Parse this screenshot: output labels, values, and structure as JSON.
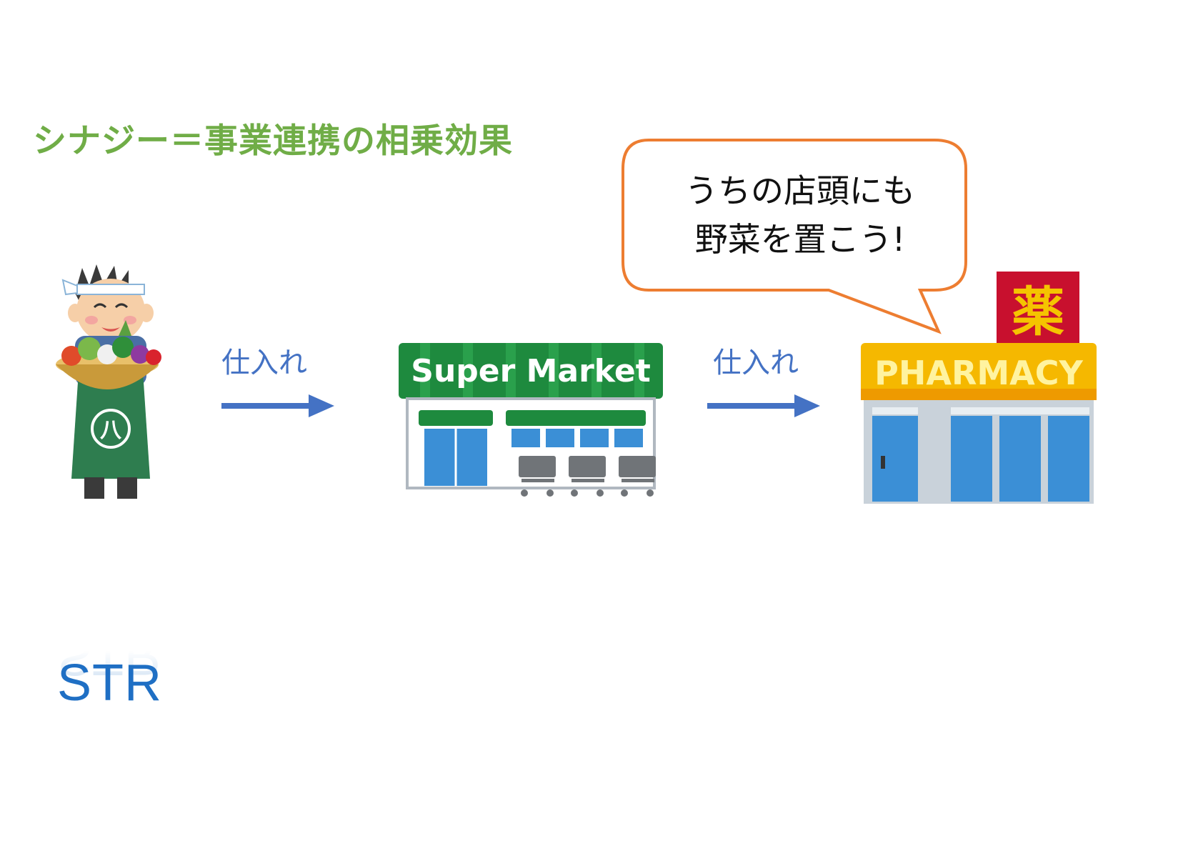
{
  "title": "シナジー＝事業連携の相乗効果",
  "arrow_labels": [
    "仕入れ",
    "仕入れ"
  ],
  "speech_bubble": {
    "line1": "うちの店頭にも",
    "line2": "野菜を置こう!"
  },
  "supermarket": {
    "sign": "Super Market"
  },
  "pharmacy": {
    "sign": "PHARMACY",
    "kanji_sign": "薬"
  },
  "farmer": {
    "apron_mark": "八"
  },
  "logo": "STR",
  "colors": {
    "title": "#70ad47",
    "arrow": "#4472c4",
    "bubble_border": "#ed7d31",
    "supermarket_green": "#1e8a3e",
    "pharmacy_yellow": "#f5b800",
    "pharmacy_red": "#c8102e",
    "logo": "#1f6fc4"
  }
}
